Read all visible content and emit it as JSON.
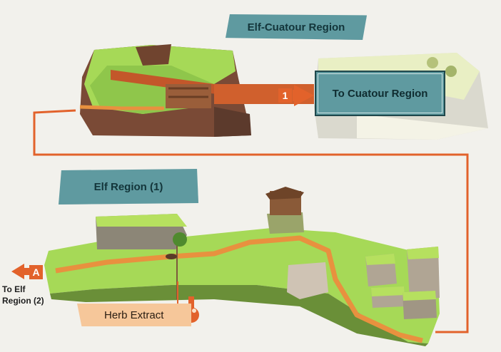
{
  "regions": {
    "top_title": "Elf-Cuatour Region",
    "main_title": "Elf Region (1)"
  },
  "exits": {
    "exit_1": {
      "marker": "1",
      "label": "To Cuatour Region"
    },
    "exit_a": {
      "marker": "A",
      "label_line1": "To Elf",
      "label_line2": "Region (2)"
    }
  },
  "items": {
    "herb": {
      "label": "Herb Extract",
      "icon": "pouch-icon"
    }
  },
  "colors": {
    "route": "#e2622b",
    "banner": "#5f9aa0",
    "grass": "#9fd24a",
    "item_tag": "#f6c79a"
  }
}
